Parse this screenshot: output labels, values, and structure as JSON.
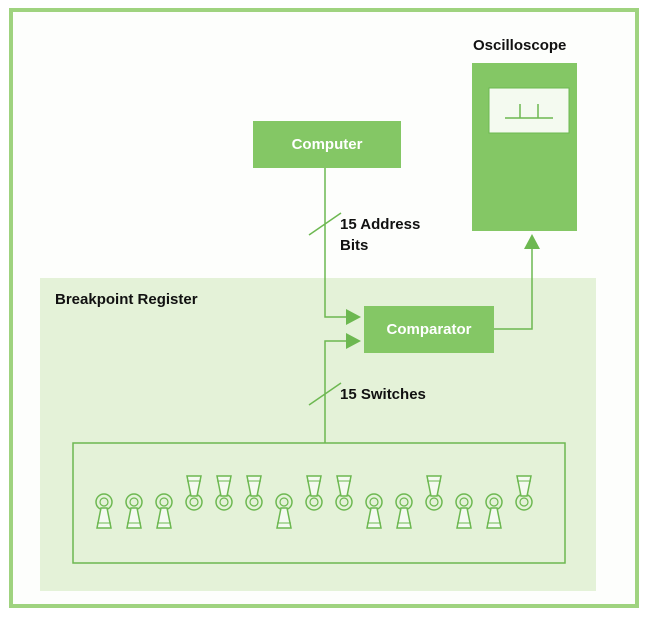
{
  "colors": {
    "frame_border": "#9fd37f",
    "register_panel": "#e4f2d8",
    "block_fill": "#84c765",
    "line": "#6db851",
    "oscilloscope_screen": "#f4faf0",
    "text_dark": "#111111",
    "text_light": "#ffffff"
  },
  "labels": {
    "oscilloscope": "Oscilloscope",
    "computer": "Computer",
    "address_bits_line1": "15 Address",
    "address_bits_line2": "Bits",
    "breakpoint_register": "Breakpoint Register",
    "comparator": "Comparator",
    "switches": "15 Switches"
  },
  "switch_positions": [
    "down",
    "down",
    "down",
    "up",
    "up",
    "up",
    "down",
    "up",
    "up",
    "down",
    "down",
    "up",
    "down",
    "down",
    "up"
  ]
}
